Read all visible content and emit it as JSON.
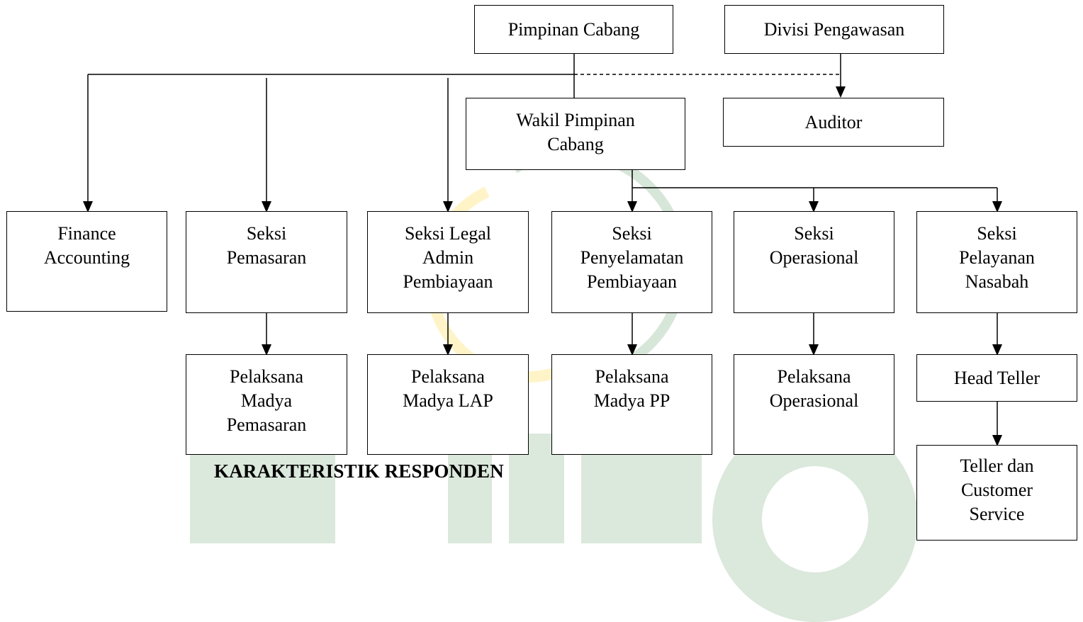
{
  "nodes": {
    "pimpinan_cabang": "Pimpinan Cabang",
    "divisi_pengawasan": "Divisi Pengawasan",
    "wakil_pimpinan": "Wakil Pimpinan\nCabang",
    "auditor": "Auditor",
    "finance_accounting": "Finance\nAccounting",
    "seksi_pemasaran": "Seksi\nPemasaran",
    "seksi_legal": "Seksi Legal\nAdmin\nPembiayaan",
    "seksi_penyelamatan": "Seksi\nPenyelamatan\nPembiayaan",
    "seksi_operasional": "Seksi\nOperasional",
    "seksi_pelayanan": "Seksi\nPelayanan\nNasabah",
    "pelaksana_pemasaran": "Pelaksana\nMadya\nPemasaran",
    "pelaksana_lap": "Pelaksana\nMadya LAP",
    "pelaksana_pp": "Pelaksana\nMadya PP",
    "pelaksana_operasional": "Pelaksana\nOperasional",
    "head_teller": "Head Teller",
    "teller_cs": "Teller dan\nCustomer\nService"
  },
  "heading": "KARAKTERISTIK RESPONDEN",
  "colors": {
    "line": "#000000",
    "watermark_green": "#dbe8dc",
    "watermark_yellow": "#fff4c8"
  }
}
